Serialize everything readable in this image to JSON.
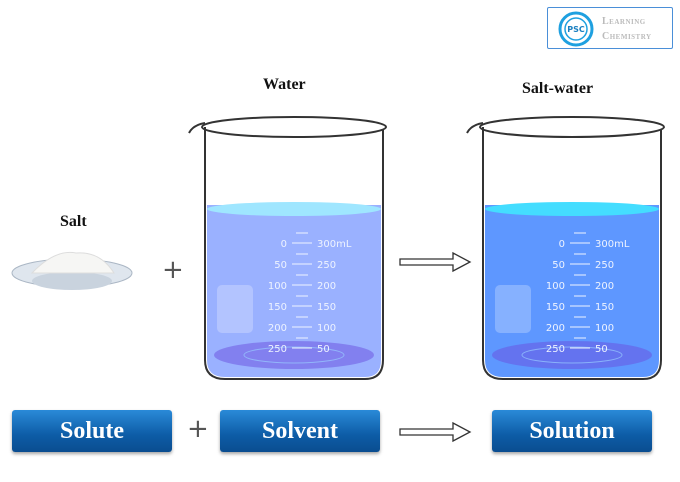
{
  "logo": {
    "badge": "PSC",
    "line1": "Learning",
    "line2": "Chemistry"
  },
  "labels": {
    "salt": "Salt",
    "water": "Water",
    "salt_water": "Salt-water"
  },
  "operators": {
    "plus": "+"
  },
  "buttons": {
    "solute": "Solute",
    "solvent": "Solvent",
    "solution": "Solution"
  },
  "scale": {
    "left": [
      "0",
      "50",
      "100",
      "150",
      "200",
      "250"
    ],
    "right": [
      "300mL",
      "250",
      "200",
      "150",
      "100",
      "50"
    ]
  },
  "colors": {
    "water": "#8fa8ff",
    "solution": "#4d8cff",
    "button": "#0d5ca6"
  }
}
